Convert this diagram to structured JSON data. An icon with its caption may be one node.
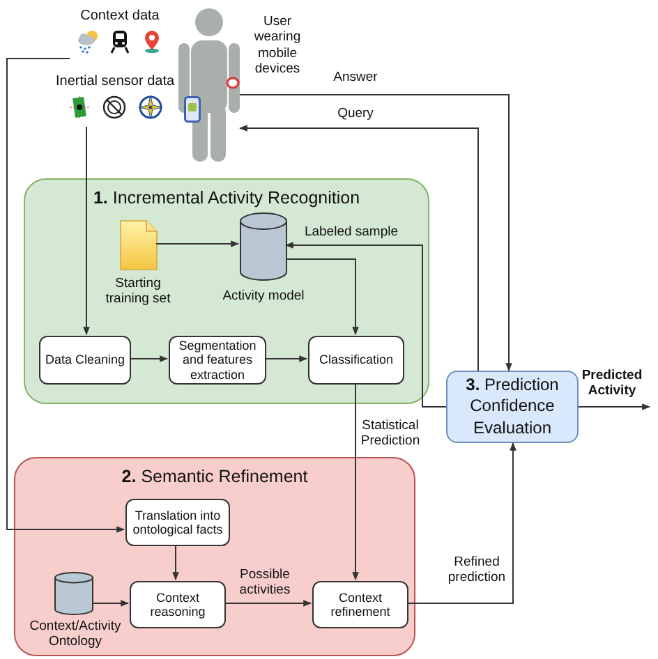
{
  "diagram": {
    "nodes": [
      {
        "text": [],
        "shape": "person",
        "beside": [
          "User wearing mobile devices"
        ]
      },
      {
        "text": [
          "Context data"
        ]
      },
      {
        "text": [
          "Inertial sensor data"
        ]
      },
      {
        "text": [
          "**1.** Incremental Activity Recognition"
        ]
      },
      {
        "text": [],
        "shape": "document",
        "in": 3,
        "beside": [
          "Starting training set"
        ]
      },
      {
        "text": [],
        "shape": "cylinder",
        "in": 3,
        "beside": [
          "Activity model"
        ]
      },
      {
        "text": [
          "Data Cleaning"
        ],
        "in": 3
      },
      {
        "text": [
          "Segmentation and features extraction"
        ],
        "in": 3
      },
      {
        "text": [
          "Classification"
        ],
        "in": 3
      },
      {
        "text": [
          "**3.** Prediction Confidence Evaluation"
        ]
      },
      {
        "text": [
          "**2.** Semantic Refinement"
        ]
      },
      {
        "text": [
          "Translation into ontological facts"
        ],
        "in": 10
      },
      {
        "text": [],
        "shape": "cylinder",
        "in": 10,
        "beside": [
          "Context/Activity Ontology"
        ]
      },
      {
        "text": [
          "Context reasoning"
        ],
        "in": 10
      },
      {
        "text": [
          "Context refinement"
        ],
        "in": 10
      }
    ],
    "edges": [
      {
        "from": 1,
        "to": 11,
        "arrow": "to"
      },
      {
        "from": 2,
        "to": 6,
        "arrow": "to"
      },
      {
        "from": 4,
        "to": 5,
        "arrow": "to"
      },
      {
        "from": 5,
        "to": 8,
        "arrow": "to"
      },
      {
        "from": 9,
        "to": 5,
        "arrow": "to",
        "label": "Labeled sample"
      },
      {
        "from": 6,
        "to": 7,
        "arrow": "to"
      },
      {
        "from": 7,
        "to": 8,
        "arrow": "to"
      },
      {
        "from": 8,
        "to": 14,
        "arrow": "to",
        "label": "Statistical Prediction"
      },
      {
        "from": 0,
        "to": 9,
        "arrow": "to",
        "label": "Answer"
      },
      {
        "from": 9,
        "to": 0,
        "arrow": "to",
        "label": "Query"
      },
      {
        "from": 11,
        "to": 13,
        "arrow": "to"
      },
      {
        "from": 12,
        "to": 13,
        "arrow": "to"
      },
      {
        "from": 13,
        "to": 14,
        "arrow": "to",
        "label": "Possible activities"
      },
      {
        "from": 14,
        "to": 9,
        "arrow": "to",
        "label": "Refined prediction"
      },
      {
        "from": 9,
        "to": null,
        "arrow": "to",
        "label": "Predicted Activity"
      }
    ]
  }
}
